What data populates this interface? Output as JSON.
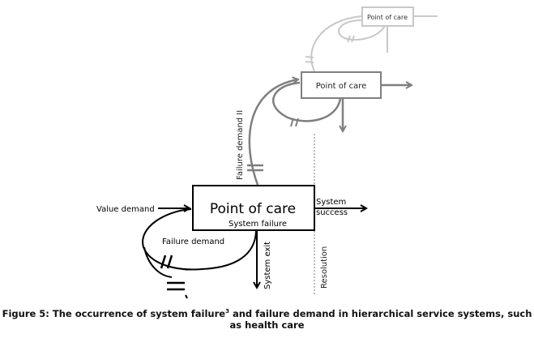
{
  "levels": [
    {
      "box_label": "Point of care",
      "color": "#c8c8c8"
    },
    {
      "box_label": "Point of care",
      "color": "#7f7f7f"
    },
    {
      "box_label": "Point of care",
      "color": "#000000",
      "inner_label": "System failure",
      "input_label": "Value demand",
      "success_label_1": "System",
      "success_label_2": "success",
      "exit_label": "System exit",
      "loop_label": "Failure demand"
    }
  ],
  "escalation_label": "Failure demand II",
  "resolution_label": "Resolution",
  "caption": {
    "prefix": "Figure 5: The occurrence of system failure",
    "superscript": "3",
    "suffix_line1": " and failure demand in hierarchical service systems, such",
    "line2": "as health care"
  }
}
